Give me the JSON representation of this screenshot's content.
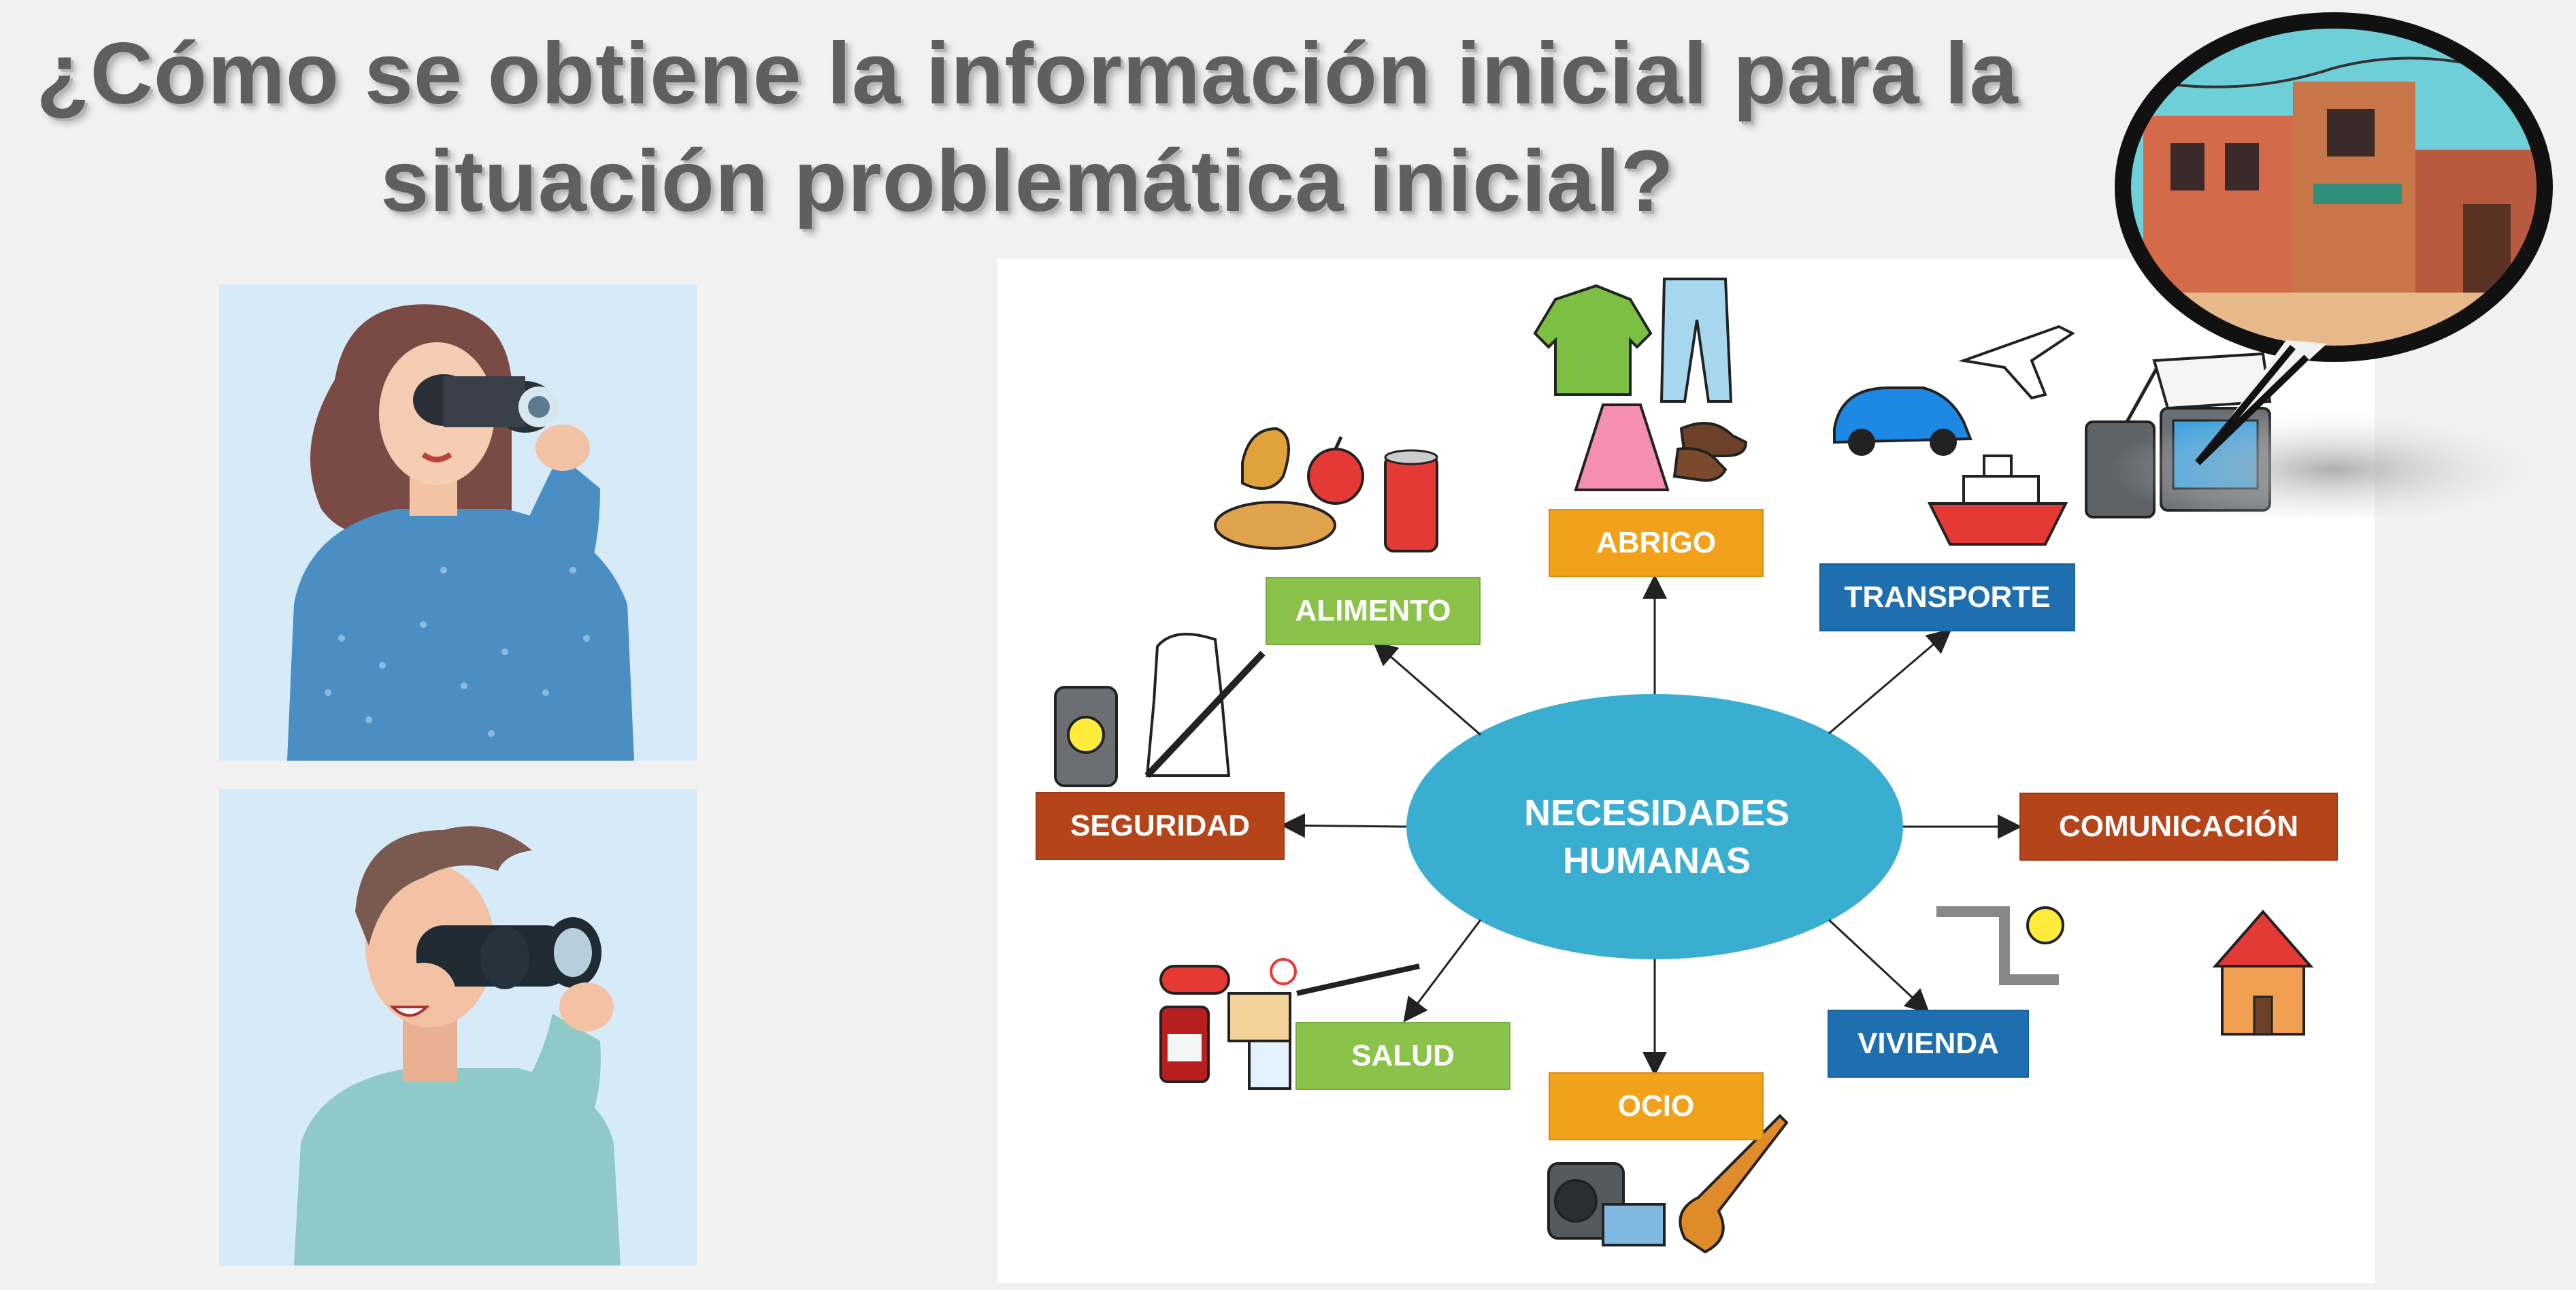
{
  "title": {
    "line1": "¿Cómo se obtiene la información inicial para la",
    "line2": "situación problemática inicial?"
  },
  "diagram": {
    "center": {
      "line1": "NECESIDADES",
      "line2": "HUMANAS"
    },
    "categories": {
      "alimento": "ALIMENTO",
      "abrigo": "ABRIGO",
      "transporte": "TRANSPORTE",
      "comunicacion": "COMUNICACIÓN",
      "vivienda": "VIVIENDA",
      "ocio": "OCIO",
      "salud": "SALUD",
      "seguridad": "SEGURIDAD"
    },
    "pictograms": [
      "food-icon",
      "clothes-icon",
      "transport-icon",
      "communication-icon",
      "house-icon",
      "leisure-icon",
      "health-icon",
      "security-icon"
    ],
    "colors": {
      "center": "#3aaed0",
      "green": "#8bc34a",
      "orange": "#f2a21a",
      "blue": "#1d6faf",
      "brown": "#b5441a"
    }
  },
  "images": [
    "woman-binoculars-illustration",
    "man-binoculars-illustration",
    "neighborhood-speech-bubble"
  ]
}
